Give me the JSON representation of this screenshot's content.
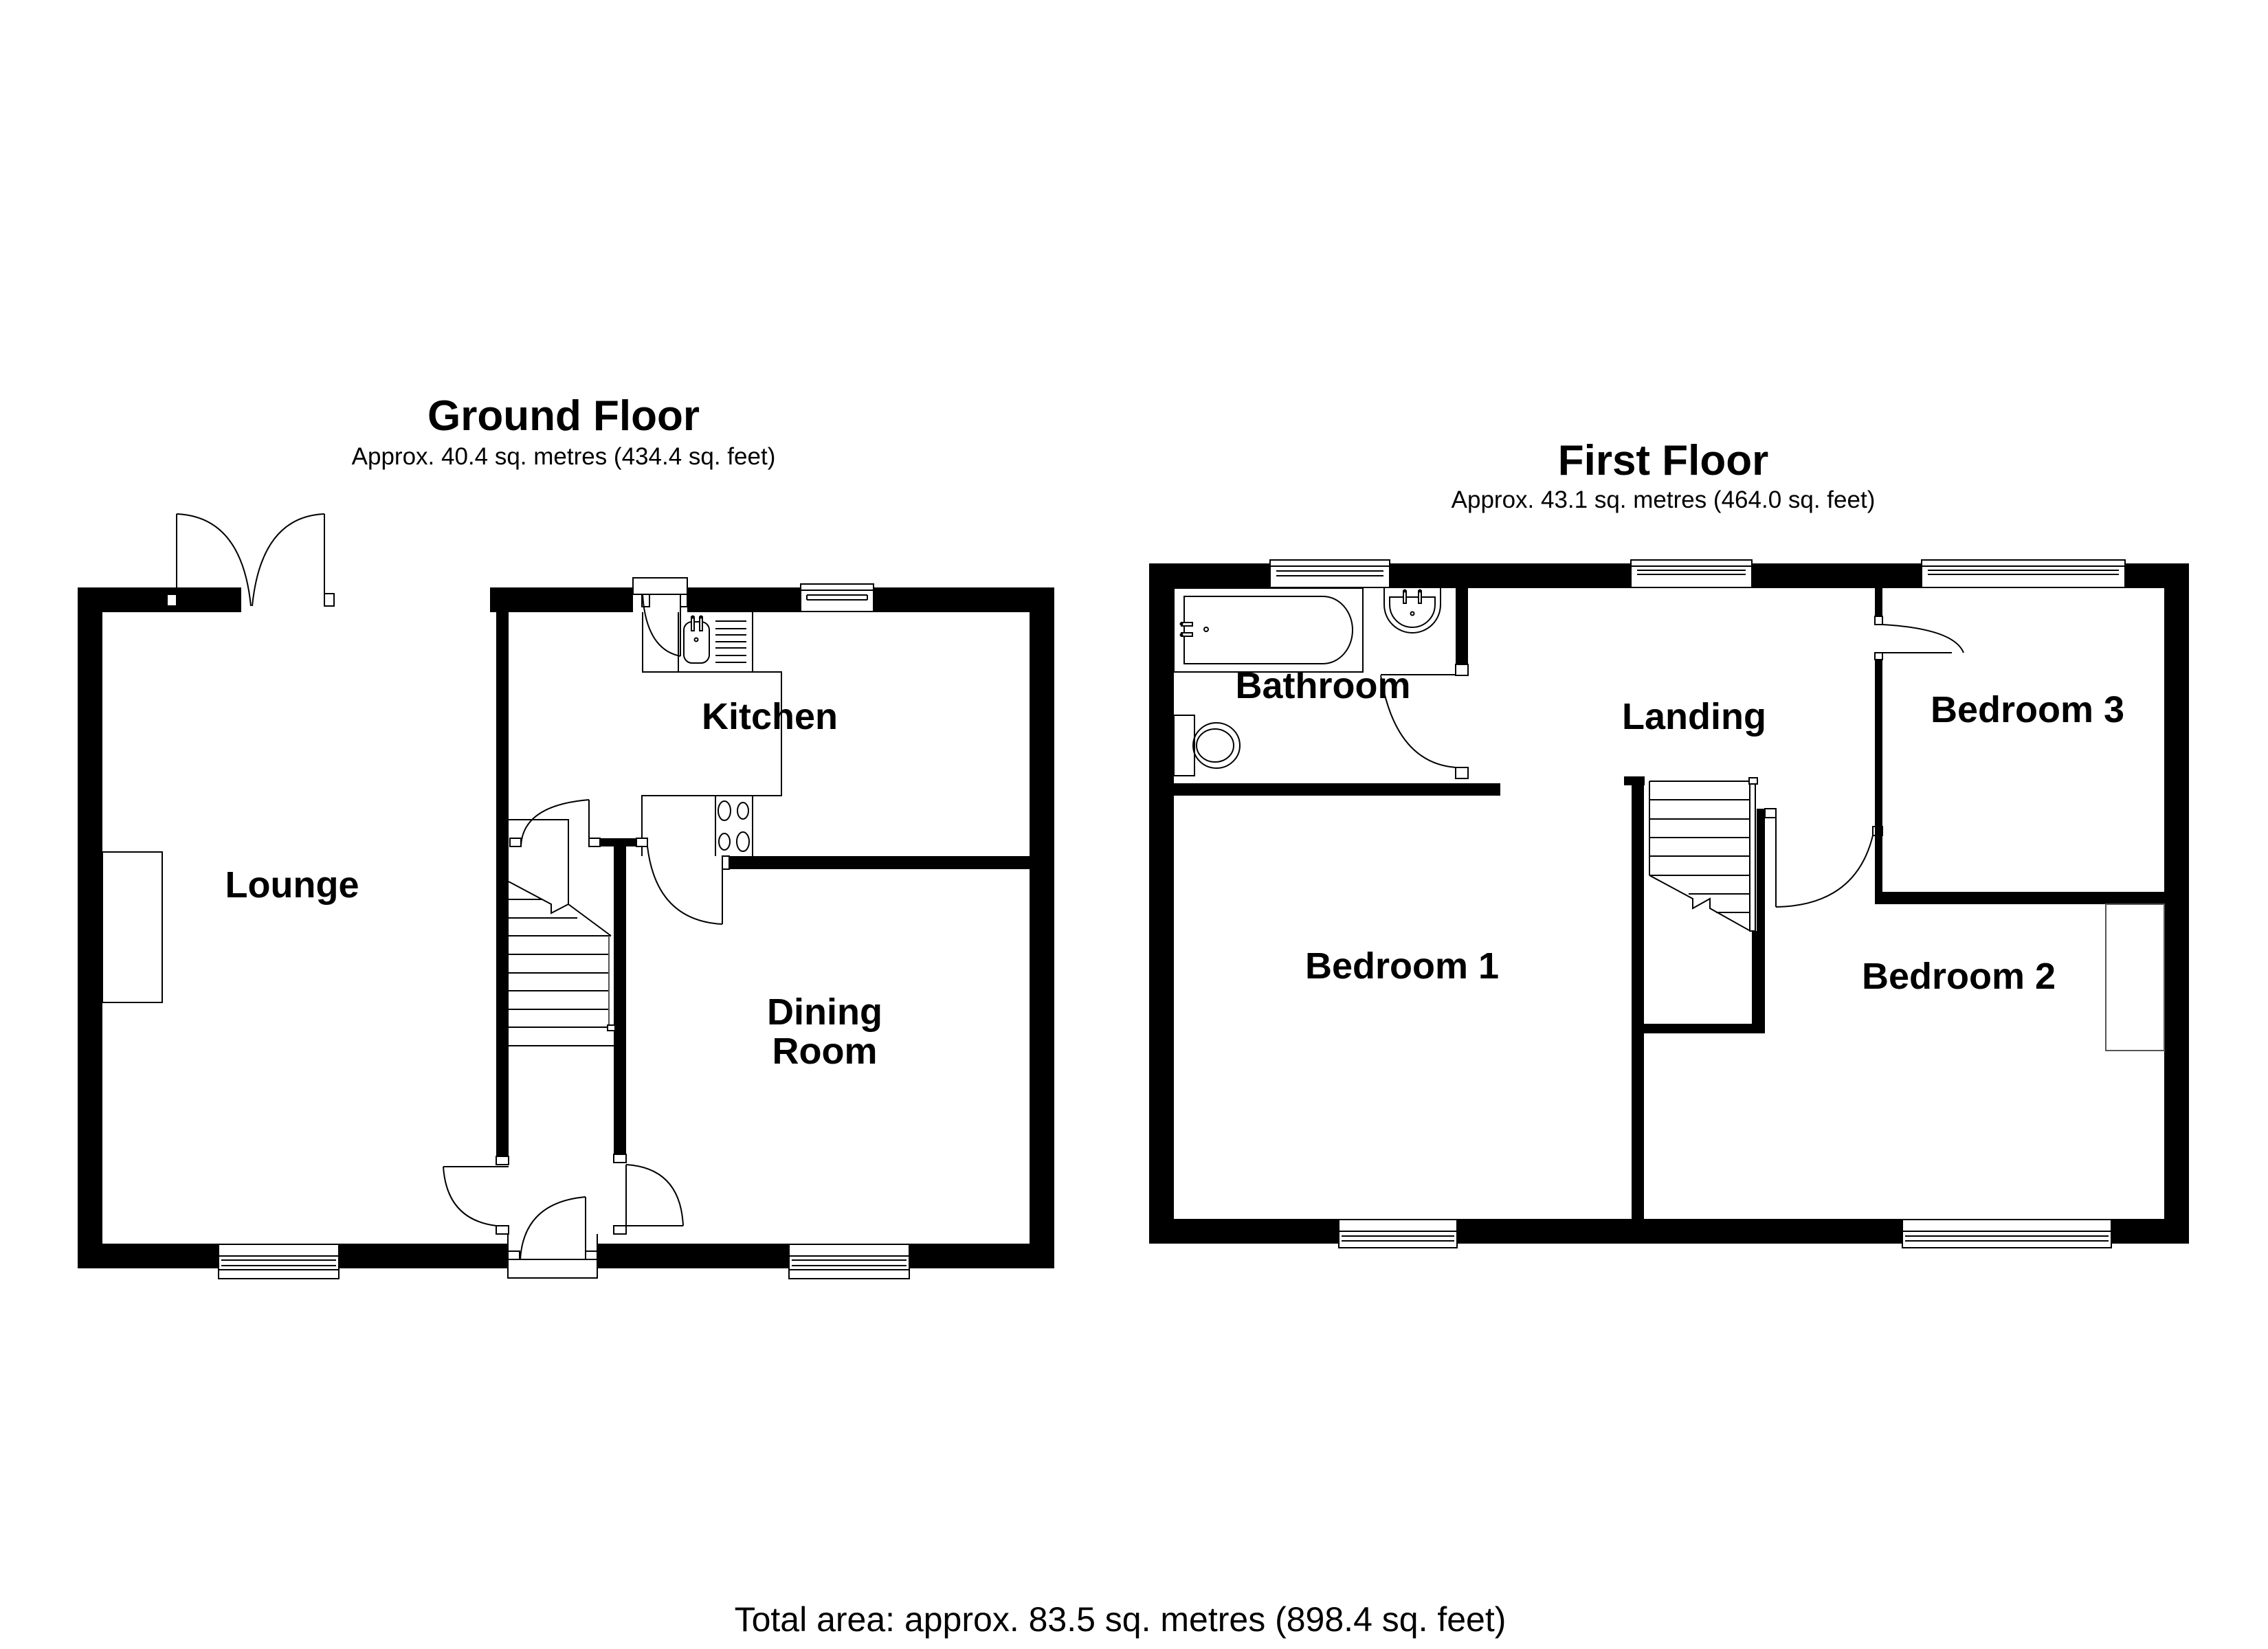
{
  "ground_floor": {
    "title": "Ground Floor",
    "area": "Approx. 40.4 sq. metres (434.4 sq. feet)",
    "rooms": {
      "lounge": "Lounge",
      "kitchen": "Kitchen",
      "dining_line1": "Dining",
      "dining_line2": "Room"
    }
  },
  "first_floor": {
    "title": "First Floor",
    "area": "Approx. 43.1 sq. metres (464.0 sq. feet)",
    "rooms": {
      "bathroom": "Bathroom",
      "landing": "Landing",
      "bedroom1": "Bedroom 1",
      "bedroom2": "Bedroom 2",
      "bedroom3": "Bedroom 3"
    }
  },
  "total_area": "Total area: approx. 83.5 sq. metres (898.4 sq. feet)",
  "colors": {
    "wall": "#000000",
    "background": "#ffffff",
    "fixture_line": "#000000"
  }
}
